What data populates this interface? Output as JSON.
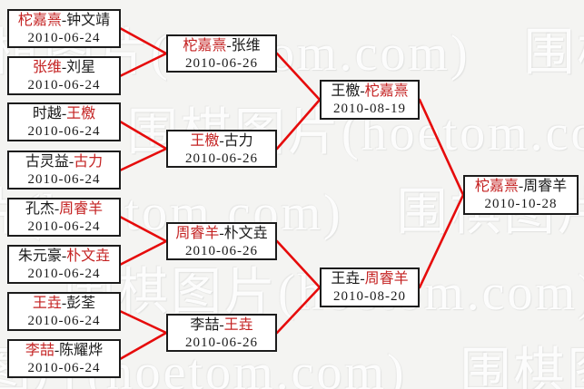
{
  "colors": {
    "background": "#f4f4f2",
    "box_background": "#ffffff",
    "box_border": "#1c1c1c",
    "player_text": "#1a1a1a",
    "winner_text": "#c42222",
    "connector_red": "#e60b0b",
    "watermark_text": "#ffffff"
  },
  "ui": {
    "separator": "-"
  },
  "watermark": {
    "row_text": "围棋图片(hoetom.com)　围棋图片(hoetom.com)"
  },
  "bracket": {
    "round1": [
      {
        "p1": "柁嘉熹",
        "p2": "钟文靖",
        "date": "2010-06-24",
        "winner": 1
      },
      {
        "p1": "张维",
        "p2": "刘星",
        "date": "2010-06-24",
        "winner": 1
      },
      {
        "p1": "时越",
        "p2": "王檄",
        "date": "2010-06-24",
        "winner": 2
      },
      {
        "p1": "古灵益",
        "p2": "古力",
        "date": "2010-06-24",
        "winner": 2
      },
      {
        "p1": "孔杰",
        "p2": "周睿羊",
        "date": "2010-06-24",
        "winner": 2
      },
      {
        "p1": "朱元豪",
        "p2": "朴文垚",
        "date": "2010-06-24",
        "winner": 2
      },
      {
        "p1": "王垚",
        "p2": "彭荃",
        "date": "2010-06-24",
        "winner": 1
      },
      {
        "p1": "李喆",
        "p2": "陈耀烨",
        "date": "2010-06-24",
        "winner": 1
      }
    ],
    "round2": [
      {
        "p1": "柁嘉熹",
        "p2": "张维",
        "date": "2010-06-26",
        "winner": 1
      },
      {
        "p1": "王檄",
        "p2": "古力",
        "date": "2010-06-26",
        "winner": 1
      },
      {
        "p1": "周睿羊",
        "p2": "朴文垚",
        "date": "2010-06-26",
        "winner": 1
      },
      {
        "p1": "李喆",
        "p2": "王垚",
        "date": "2010-06-26",
        "winner": 2
      }
    ],
    "semifinals": [
      {
        "p1": "王檄",
        "p2": "柁嘉熹",
        "date": "2010-08-19",
        "winner": 2
      },
      {
        "p1": "王垚",
        "p2": "周睿羊",
        "date": "2010-08-20",
        "winner": 2
      }
    ],
    "final": [
      {
        "p1": "柁嘉熹",
        "p2": "周睿羊",
        "date": "2010-10-28",
        "winner": 1
      }
    ]
  }
}
